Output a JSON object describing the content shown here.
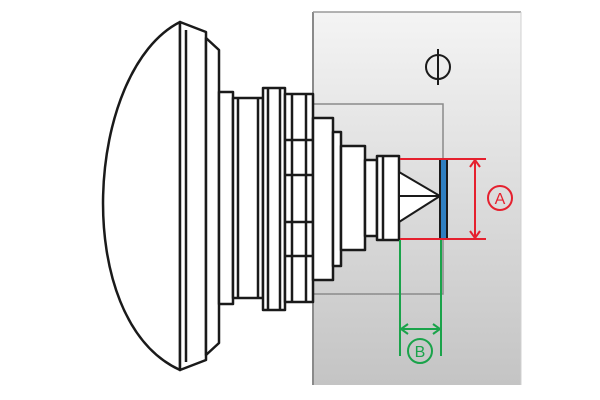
{
  "symbols": {
    "diameter": "ϕ"
  },
  "labels": {
    "a": "A",
    "b": "B"
  },
  "colors": {
    "outline": "#1a1a1a",
    "panel_light": "#f2f2f2",
    "panel_dark": "#c9c9c9",
    "panel_edge": "#8a8a8a",
    "dim_red": "#e5202e",
    "dim_green": "#1aa34a",
    "disc_blue": "#2f7fc1"
  },
  "icons": [
    "diameter-symbol-icon",
    "dimension-a-circle",
    "dimension-b-circle"
  ]
}
